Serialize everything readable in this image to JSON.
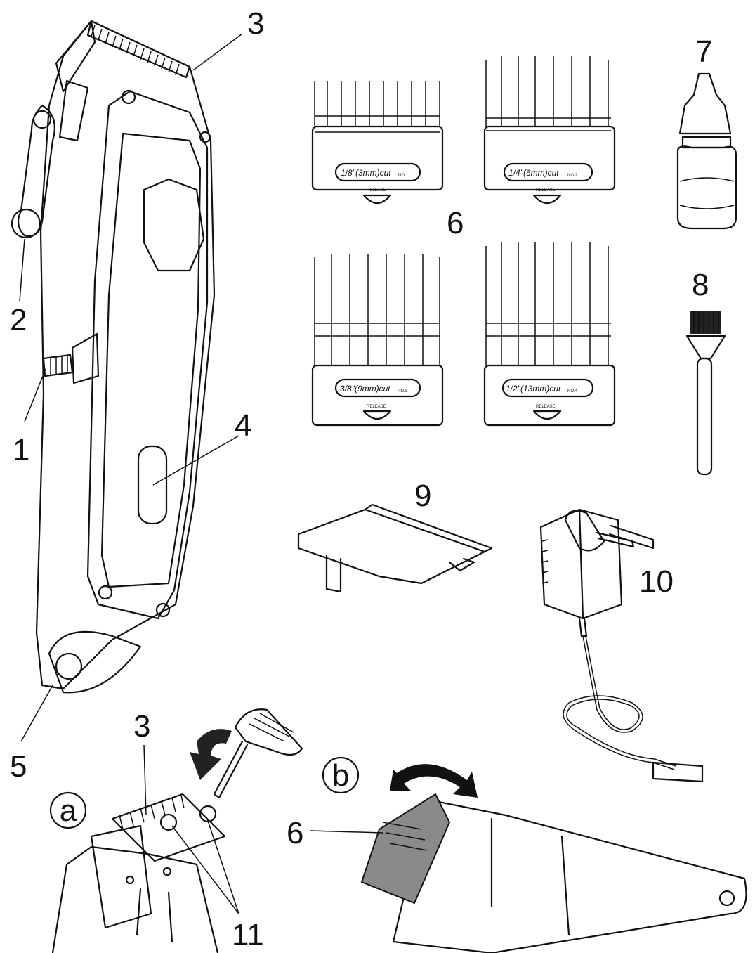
{
  "callouts": {
    "n1": "1",
    "n2": "2",
    "n3_top": "3",
    "n4": "4",
    "n5": "5",
    "n6_combs": "6",
    "n7": "7",
    "n8": "8",
    "n9": "9",
    "n10": "10",
    "n3_detail": "3",
    "n11": "11",
    "n6_detail": "6"
  },
  "step_labels": {
    "a": "a",
    "b": "b"
  },
  "combs": [
    {
      "label": "1/8\"(3mm)cut",
      "no": "NO.1",
      "release": "RELEASE"
    },
    {
      "label": "1/4\"(6mm)cut",
      "no": "NO.2",
      "release": "RELEASE"
    },
    {
      "label": "3/8\"(9mm)cut",
      "no": "NO.3",
      "release": "RELEASE"
    },
    {
      "label": "1/2\"(13mm)cut",
      "no": "NO.4",
      "release": "RELEASE"
    }
  ],
  "colors": {
    "ink": "#111111",
    "shade": "#8a8a8a",
    "background": "#ffffff"
  }
}
